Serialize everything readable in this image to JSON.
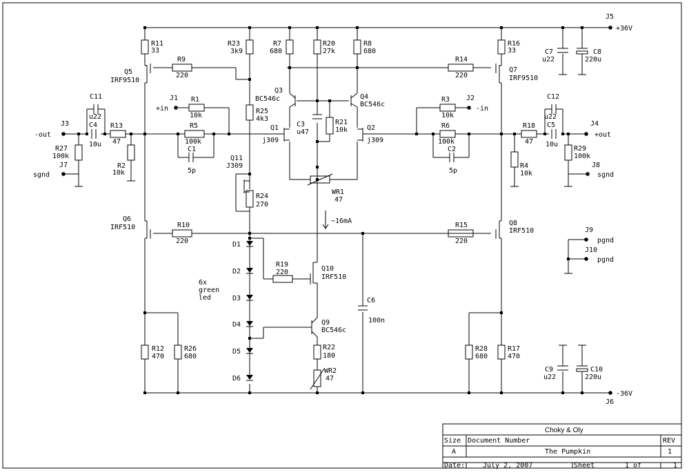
{
  "rails": {
    "j5": "J5",
    "pos": "+36V",
    "j6": "J6",
    "neg": "-36V"
  },
  "jacks": {
    "j1": "J1",
    "in_plus": "+in",
    "j2": "J2",
    "in_minus": "-in",
    "j3": "J3",
    "out_minus": "-out",
    "j4": "J4",
    "out_plus": "+out",
    "j7": "J7",
    "j8": "J8",
    "sgnd": "sgnd",
    "j9": "J9",
    "j10": "J10",
    "pgnd": "pgnd"
  },
  "parts": {
    "R1": {
      "ref": "R1",
      "val": "10k"
    },
    "R2": {
      "ref": "R2",
      "val": "10k"
    },
    "R3": {
      "ref": "R3",
      "val": "10k"
    },
    "R4": {
      "ref": "R4",
      "val": "10k"
    },
    "R5": {
      "ref": "R5",
      "val": "100k"
    },
    "R6": {
      "ref": "R6",
      "val": "100k"
    },
    "R7": {
      "ref": "R7",
      "val": "680"
    },
    "R8": {
      "ref": "R8",
      "val": "680"
    },
    "R9": {
      "ref": "R9",
      "val": "220"
    },
    "R10": {
      "ref": "R10",
      "val": "220"
    },
    "R11": {
      "ref": "R11",
      "val": "33"
    },
    "R12": {
      "ref": "R12",
      "val": "470"
    },
    "R13": {
      "ref": "R13",
      "val": "47"
    },
    "R14": {
      "ref": "R14",
      "val": "220"
    },
    "R15": {
      "ref": "R15",
      "val": "220"
    },
    "R16": {
      "ref": "R16",
      "val": "33"
    },
    "R17": {
      "ref": "R17",
      "val": "470"
    },
    "R18": {
      "ref": "R18",
      "val": "47"
    },
    "R19": {
      "ref": "R19",
      "val": "220"
    },
    "R20": {
      "ref": "R20",
      "val": "27k"
    },
    "R21": {
      "ref": "R21",
      "val": "10k"
    },
    "R22": {
      "ref": "R22",
      "val": "180"
    },
    "R23": {
      "ref": "R23",
      "val": "3k9"
    },
    "R24": {
      "ref": "R24",
      "val": "270"
    },
    "R25": {
      "ref": "R25",
      "val": "4k3"
    },
    "R26": {
      "ref": "R26",
      "val": "680"
    },
    "R27": {
      "ref": "R27",
      "val": "100k"
    },
    "R28": {
      "ref": "R28",
      "val": "680"
    },
    "R29": {
      "ref": "R29",
      "val": "100k"
    },
    "C1": {
      "ref": "C1",
      "val": "5p"
    },
    "C2": {
      "ref": "C2",
      "val": "5p"
    },
    "C3": {
      "ref": "C3",
      "val": "u47"
    },
    "C4": {
      "ref": "C4",
      "val": "10u"
    },
    "C5": {
      "ref": "C5",
      "val": "10u"
    },
    "C6": {
      "ref": "C6",
      "val": "100n"
    },
    "C7": {
      "ref": "C7",
      "val": "u22"
    },
    "C8": {
      "ref": "C8",
      "val": "220u"
    },
    "C9": {
      "ref": "C9",
      "val": "u22"
    },
    "C10": {
      "ref": "C10",
      "val": "220u"
    },
    "C11": {
      "ref": "C11",
      "val": "u22"
    },
    "C12": {
      "ref": "C12",
      "val": "u22"
    },
    "Q1": {
      "ref": "Q1",
      "val": "j309"
    },
    "Q2": {
      "ref": "Q2",
      "val": "j309"
    },
    "Q3": {
      "ref": "Q3",
      "val": "BC546c"
    },
    "Q4": {
      "ref": "Q4",
      "val": "BC546c"
    },
    "Q5": {
      "ref": "Q5",
      "val": "IRF9510"
    },
    "Q6": {
      "ref": "Q6",
      "val": "IRF510"
    },
    "Q7": {
      "ref": "Q7",
      "val": "IRF9510"
    },
    "Q8": {
      "ref": "Q8",
      "val": "IRF510"
    },
    "Q9": {
      "ref": "Q9",
      "val": "BC546c"
    },
    "Q10": {
      "ref": "Q10",
      "val": "IRF510"
    },
    "Q11": {
      "ref": "Q11",
      "val": "J309"
    },
    "WR1": {
      "ref": "WR1",
      "val": "47"
    },
    "WR2": {
      "ref": "WR2",
      "val": "47"
    }
  },
  "diodes": [
    "D1",
    "D2",
    "D3",
    "D4",
    "D5",
    "D6"
  ],
  "led_note": [
    "6x",
    "green",
    "led"
  ],
  "current_note": "~16mA",
  "title_block": {
    "company": "Choky & Oly",
    "size_label": "Size",
    "size": "A",
    "docnum_label": "Document Number",
    "title": "The Pumpkin",
    "rev_label": "REV",
    "rev": "1",
    "date_label": "Date:",
    "date": "July  2, 2007",
    "sheet_label": "Sheet",
    "sheet_of": "1 of",
    "sheet_total": "1"
  }
}
